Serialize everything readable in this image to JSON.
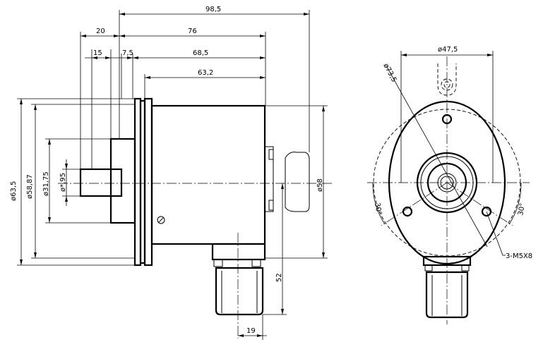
{
  "side_view": {
    "dim_overall_length": "98,5",
    "dim_shaft_20": "20",
    "dim_shaft_15": "15",
    "dim_flange_7_5": "7,5",
    "dim_body_76": "76",
    "dim_body_68_5": "68,5",
    "dim_body_63_2": "63,2",
    "dim_dia_63_5": "ø63,5",
    "dim_dia_58_87": "ø58,87",
    "dim_dia_31_75": "ø31,75",
    "dim_dia_shaft": "ø*,95",
    "dim_dia_58": "ø58",
    "dim_connector_52": "52",
    "dim_connector_19": "19"
  },
  "front_view": {
    "dim_dia_47_5": "ø47,5",
    "dim_dia_73_5": "ø73,5",
    "dim_angle_left": "30°",
    "dim_angle_right": "30°",
    "thread_callout": "3-M5X8"
  }
}
